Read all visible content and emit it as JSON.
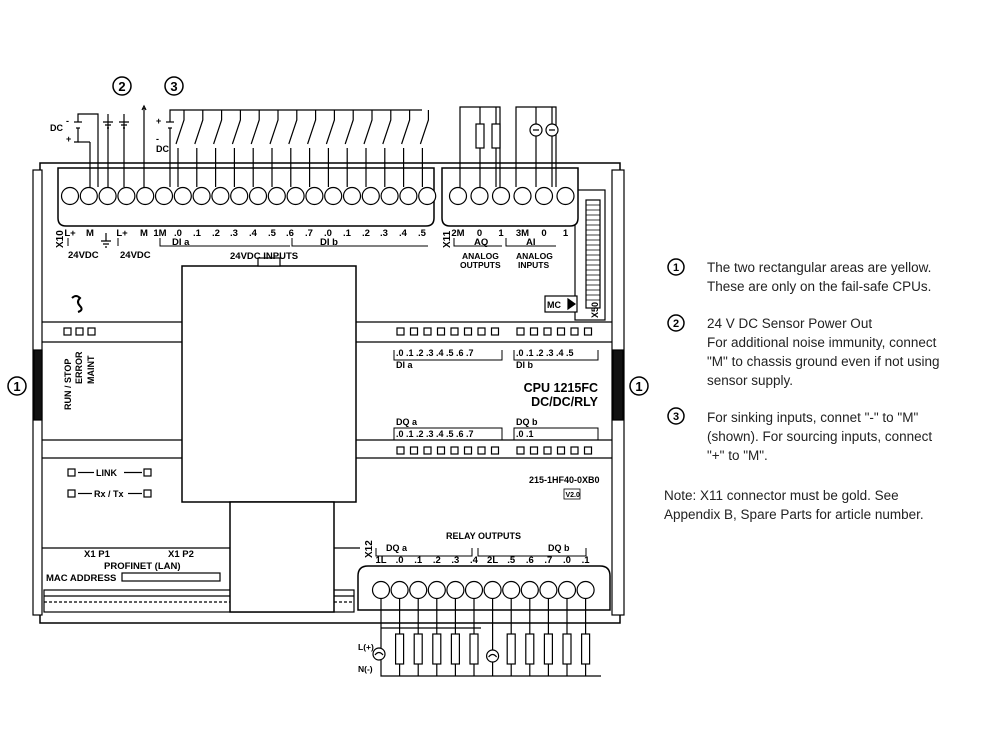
{
  "terminals": {
    "x10": "X10",
    "x11": "X11",
    "x12": "X12",
    "x50": "X50",
    "top_left_labels": [
      "L+",
      "M",
      "L+",
      "M",
      "1M",
      ".0",
      ".1",
      ".2",
      ".3",
      ".4",
      ".5",
      ".6",
      ".7",
      ".0",
      ".1",
      ".2",
      ".3",
      ".4",
      ".5"
    ],
    "vdc_a": "24VDC",
    "vdc_b": "24VDC",
    "dia": "DI a",
    "dib": "DI b",
    "inputs_24vdc": "24VDC INPUTS",
    "x11_labels": [
      "2M",
      "0",
      "1",
      "3M",
      "0",
      "1"
    ],
    "aq": "AQ",
    "ai": "AI",
    "analog_outputs_l1": "ANALOG",
    "analog_outputs_l2": "OUTPUTS",
    "analog_inputs_l1": "ANALOG",
    "analog_inputs_l2": "INPUTS",
    "relay_outputs": "RELAY OUTPUTS",
    "dqa_bottom": "DQ a",
    "dqb_bottom": "DQ b",
    "x12_labels": [
      "1L",
      ".0",
      ".1",
      ".2",
      ".3",
      ".4",
      "2L",
      ".5",
      ".6",
      ".7",
      ".0",
      ".1"
    ],
    "l_plus": "L(+)",
    "n_minus": "N(-)"
  },
  "dc_top": {
    "dc": "DC",
    "plus": "+",
    "minus": "-"
  },
  "status": {
    "run_stop": "RUN / STOP",
    "error": "ERROR",
    "maint": "MAINT",
    "link": "LINK",
    "rxtx": "Rx / Tx",
    "mc": "MC"
  },
  "io_leds": {
    "dia_ticks": ".0 .1 .2 .3 .4 .5 .6 .7",
    "dia_label": "DI a",
    "dib_ticks": ".0 .1 .2 .3 .4 .5",
    "dib_label": "DI b",
    "dqa_label": "DQ a",
    "dqa_ticks": ".0 .1 .2 .3 .4 .5 .6 .7",
    "dqb_label": "DQ b",
    "dqb_ticks": ".0 .1"
  },
  "cpu": {
    "model": "CPU 1215FC",
    "type": "DC/DC/RLY",
    "article": "215-1HF40-0XB0",
    "version": "V2.0"
  },
  "profinet": {
    "p1": "X1 P1",
    "p2": "X1 P2",
    "lan": "PROFINET (LAN)",
    "mac": "MAC ADDRESS"
  },
  "callout_numbers": {
    "one": "1",
    "two": "2",
    "three": "3"
  },
  "legend": {
    "item1": {
      "num": "1",
      "lines": [
        "The two rectangular areas are yellow.",
        "These are only on the fail-safe CPUs."
      ]
    },
    "item2": {
      "num": "2",
      "lines": [
        "24 V DC Sensor Power Out",
        "For additional noise immunity, connect",
        "\"M\" to chassis ground even if not using",
        "sensor supply."
      ]
    },
    "item3": {
      "num": "3",
      "lines": [
        "For sinking inputs, connet \"-\" to \"M\"",
        "(shown). For sourcing inputs, connect",
        "\"+\" to \"M\"."
      ]
    },
    "note": [
      "Note: X11 connector must be gold. See",
      "Appendix B, Spare Parts for article number."
    ]
  }
}
